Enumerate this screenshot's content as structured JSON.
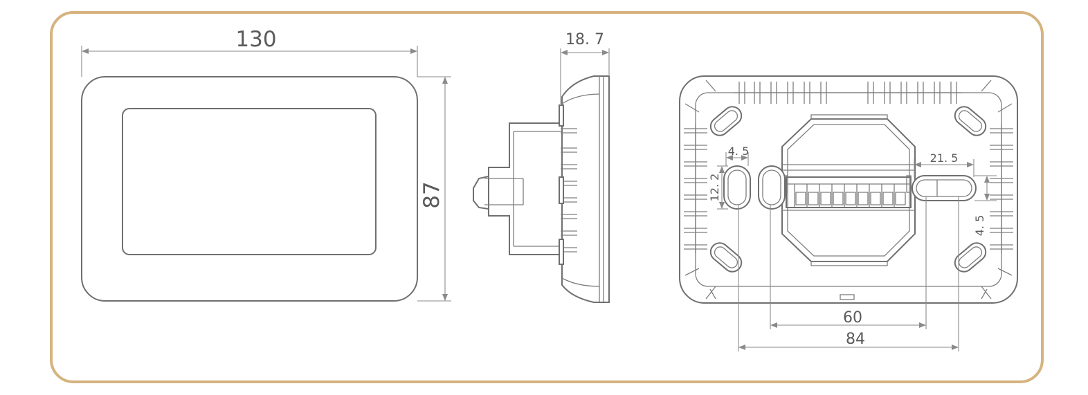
{
  "colors": {
    "frame": "#d6b37f",
    "line": "#6f6f6f"
  },
  "front_view": {
    "width_label": "130",
    "height_label": "87"
  },
  "side_view": {
    "depth_label": "18. 7"
  },
  "back_view": {
    "hole_width_label": "4. 5",
    "hole_height_label": "12. 2",
    "slot_offset_label": "21. 5",
    "slot_height_label": "4. 5",
    "mount_spacing_small_label": "60",
    "mount_spacing_large_label": "84"
  }
}
